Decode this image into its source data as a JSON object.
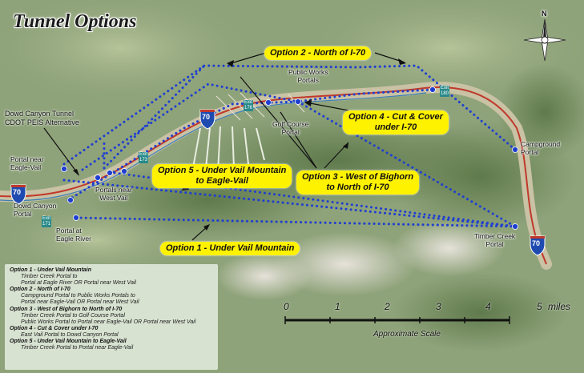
{
  "title": "Tunnel Options",
  "callouts": {
    "option2": "Option 2 - North of I-70",
    "option4": "Option 4 - Cut & Cover\nunder I-70",
    "option5": "Option 5 - Under Vail Mountain\nto Eagle-Vail",
    "option3": "Option 3 - West of Bighorn\nto North of I-70",
    "option1": "Option 1 - Under Vail Mountain"
  },
  "labels": {
    "dowd_tunnel": "Dowd Canyon Tunnel\nCDOT PEIS Alternative",
    "portal_eagle_vail": "Portal near\nEagle-Vail",
    "dowd_canyon_portal": "Dowd Canyon\nPortal",
    "portal_eagle_river": "Portal at\nEagle River",
    "portals_west_vail": "Portals near\nWest Vail",
    "public_works": "Public Works\nPortals",
    "golf_course": "Golf Course\nPortal",
    "campground": "Campground\nPortal",
    "timber_creek": "Timber Creek\nPortal"
  },
  "exits": {
    "e171": "Exit\n171",
    "e173": "Exit\n173",
    "e176": "Exit\n176",
    "e180": "Exit\n180"
  },
  "shields": {
    "number": "70"
  },
  "compass": {
    "north": "N"
  },
  "legend": [
    {
      "head": "Option 1 - Under Vail Mountain",
      "lines": [
        "Timber Creek Portal to",
        "Portal at Eagle River OR Portal near West Vail"
      ]
    },
    {
      "head": "Option 2 - North of I-70",
      "lines": [
        "Campground Portal to Public Works Portals to",
        "Portal near Eagle-Vail OR Portal near West Vail"
      ]
    },
    {
      "head": "Option 3 - West of Bighorn to North of I-70",
      "lines": [
        "Timber Creek Portal to Golf Course Portal",
        "Public Works Portal to Portal near Eagle-Vail OR Portal near West Vail"
      ]
    },
    {
      "head": "Option 4 - Cut & Cover under I-70",
      "lines": [
        "East Vail Portal to Dowd Canyon Portal"
      ]
    },
    {
      "head": "Option 5 - Under Vail Mountain to Eagle-Vail",
      "lines": [
        "Timber Creek Portal to Portal near Eagle-Vail"
      ]
    }
  ],
  "scale": {
    "ticks": [
      "0",
      "1",
      "2",
      "3",
      "4",
      "5"
    ],
    "unit": "miles",
    "caption": "Approximate Scale"
  },
  "colors": {
    "route": "#1f3fd0",
    "callout": "#fff200",
    "terrain": "#8fa37a"
  }
}
